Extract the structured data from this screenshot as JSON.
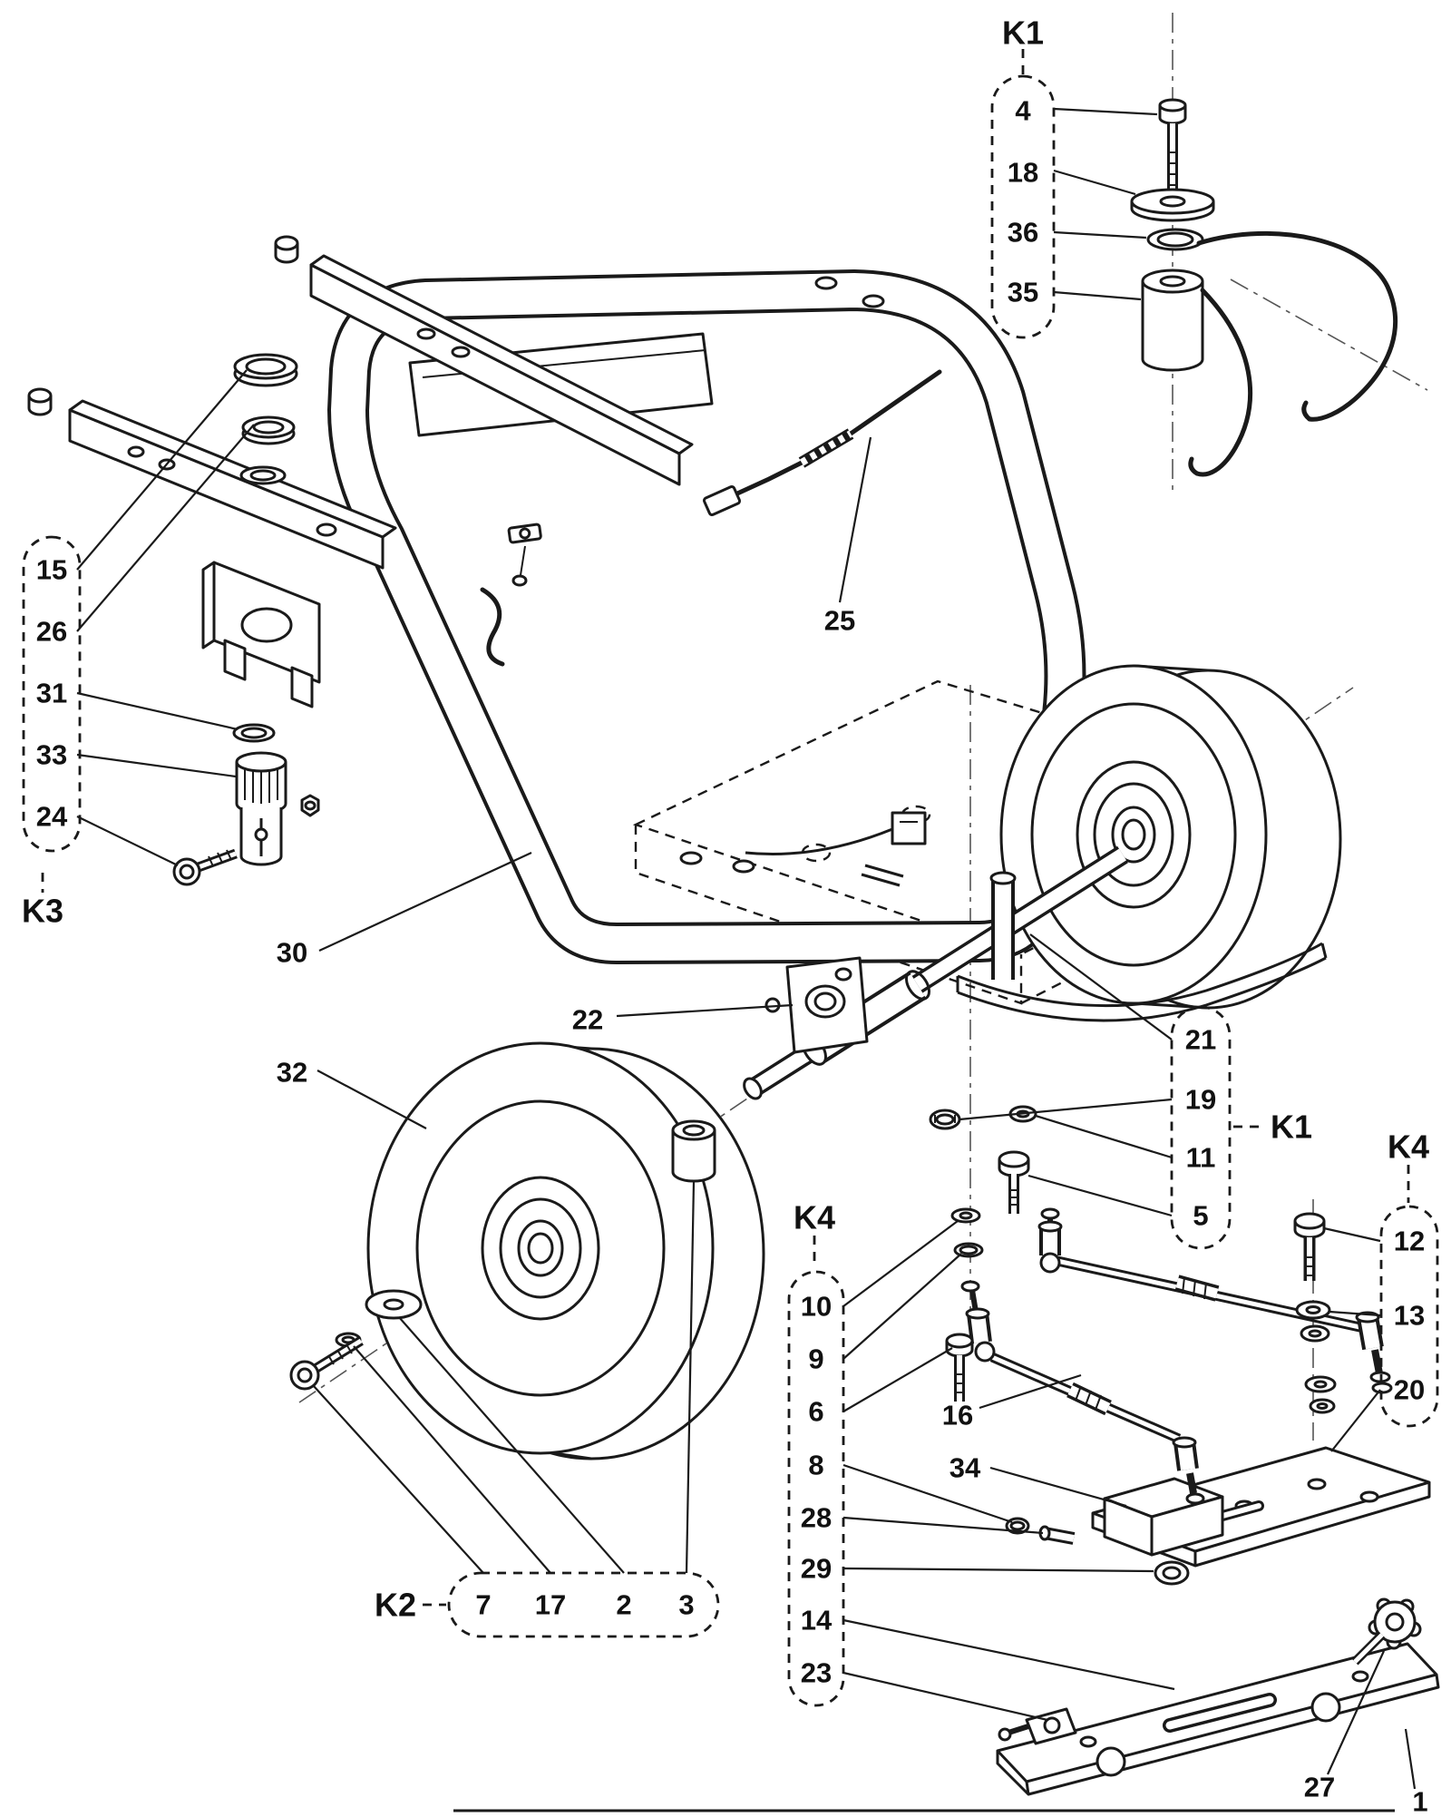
{
  "figure": {
    "type": "exploded-parts-diagram",
    "description": "Exploded parts view of a wheeled chassis: tubular frame, mount beams, two wheels with axle, swivel lock, steering tie rods and mounting plate hardware",
    "background": "#ffffff",
    "line_color": "#1a1a1a"
  },
  "labels": {
    "k1_top": "K1",
    "k1_mid": "K1",
    "k2": "K2",
    "k3": "K3",
    "k4_left": "K4",
    "k4_right": "K4",
    "p1": "1",
    "p2": "2",
    "p3": "3",
    "p4": "4",
    "p5": "5",
    "p6": "6",
    "p7": "7",
    "p8": "8",
    "p9": "9",
    "p10": "10",
    "p11": "11",
    "p12": "12",
    "p13": "13",
    "p14": "14",
    "p15": "15",
    "p16": "16",
    "p17": "17",
    "p18": "18",
    "p19": "19",
    "p20": "20",
    "p21": "21",
    "p22": "22",
    "p23": "23",
    "p24": "24",
    "p25": "25",
    "p26": "26",
    "p27": "27",
    "p28": "28",
    "p29": "29",
    "p30": "30",
    "p31": "31",
    "p32": "32",
    "p33": "33",
    "p34": "34",
    "p35": "35",
    "p36": "36"
  },
  "kits": [
    {
      "key": "k1_top",
      "label": "K1",
      "parts": [
        "4",
        "18",
        "36",
        "35"
      ]
    },
    {
      "key": "k1_mid",
      "label": "K1",
      "parts": [
        "21",
        "19",
        "11",
        "5"
      ]
    },
    {
      "key": "k2",
      "label": "K2",
      "parts": [
        "7",
        "17",
        "2",
        "3"
      ]
    },
    {
      "key": "k3",
      "label": "K3",
      "parts": [
        "15",
        "26",
        "31",
        "33",
        "24"
      ]
    },
    {
      "key": "k4_left",
      "label": "K4",
      "parts": [
        "10",
        "9",
        "6",
        "8",
        "28",
        "29",
        "14",
        "23"
      ]
    },
    {
      "key": "k4_right",
      "label": "K4",
      "parts": [
        "12",
        "13",
        "20"
      ]
    }
  ],
  "standalone_callouts": [
    "25",
    "30",
    "22",
    "32",
    "16",
    "34",
    "27",
    "1"
  ]
}
